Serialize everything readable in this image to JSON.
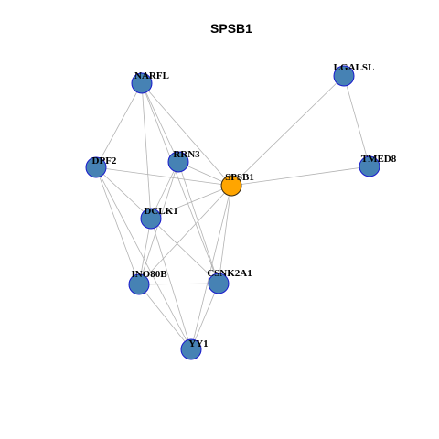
{
  "title": "SPSB1",
  "colors": {
    "node_fill": "#4682B4",
    "node_stroke": "#1a1acd",
    "center_fill": "#FFA500",
    "center_stroke": "#3a2a10",
    "edge": "#b3b3b3"
  },
  "nodes": [
    {
      "id": "NARFL",
      "label": "NARFL"
    },
    {
      "id": "LGALSL",
      "label": "LGALSL"
    },
    {
      "id": "DPF2",
      "label": "DPF2"
    },
    {
      "id": "RRN3",
      "label": "RRN3"
    },
    {
      "id": "SPSB1",
      "label": "SPSB1",
      "center": true
    },
    {
      "id": "TMED8",
      "label": "TMED8"
    },
    {
      "id": "DCLK1",
      "label": "DCLK1"
    },
    {
      "id": "INO80B",
      "label": "INO80B"
    },
    {
      "id": "CSNK2A1",
      "label": "CSNK2A1"
    },
    {
      "id": "YY1",
      "label": "YY1"
    }
  ],
  "edges": [
    [
      "NARFL",
      "DPF2"
    ],
    [
      "NARFL",
      "RRN3"
    ],
    [
      "NARFL",
      "SPSB1"
    ],
    [
      "NARFL",
      "DCLK1"
    ],
    [
      "NARFL",
      "CSNK2A1"
    ],
    [
      "LGALSL",
      "SPSB1"
    ],
    [
      "LGALSL",
      "TMED8"
    ],
    [
      "SPSB1",
      "TMED8"
    ],
    [
      "DPF2",
      "SPSB1"
    ],
    [
      "DPF2",
      "DCLK1"
    ],
    [
      "DPF2",
      "INO80B"
    ],
    [
      "DPF2",
      "YY1"
    ],
    [
      "RRN3",
      "SPSB1"
    ],
    [
      "RRN3",
      "DCLK1"
    ],
    [
      "RRN3",
      "INO80B"
    ],
    [
      "RRN3",
      "CSNK2A1"
    ],
    [
      "SPSB1",
      "DCLK1"
    ],
    [
      "SPSB1",
      "INO80B"
    ],
    [
      "SPSB1",
      "CSNK2A1"
    ],
    [
      "SPSB1",
      "YY1"
    ],
    [
      "DCLK1",
      "INO80B"
    ],
    [
      "DCLK1",
      "CSNK2A1"
    ],
    [
      "DCLK1",
      "YY1"
    ],
    [
      "INO80B",
      "CSNK2A1"
    ],
    [
      "INO80B",
      "YY1"
    ],
    [
      "CSNK2A1",
      "YY1"
    ]
  ]
}
